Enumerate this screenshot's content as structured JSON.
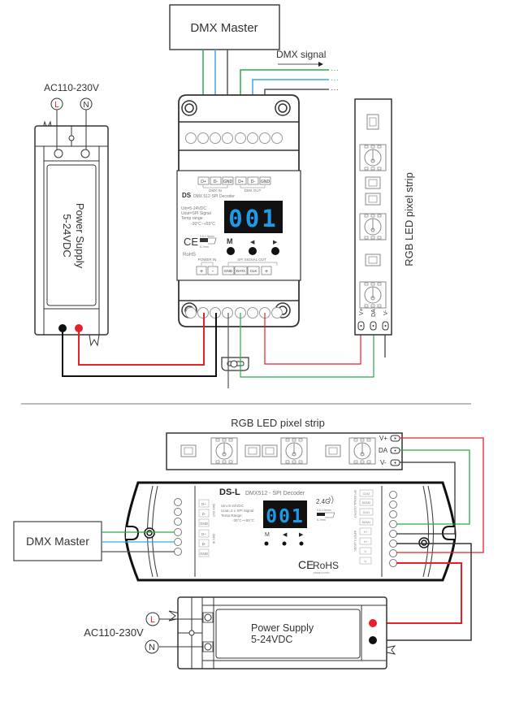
{
  "diagram_title": "DMX512-SPI Decoder wiring diagrams",
  "colors": {
    "red": "#e8202a",
    "green": "#2ea84a",
    "blue": "#3aa8e0",
    "dark": "#333333",
    "gray": "#999999",
    "display_bg": "#111111",
    "display_digits": "#1e9be8"
  },
  "top": {
    "dmx_master": "DMX Master",
    "dmx_signal": "DMX signal",
    "ac_label": "AC110-230V",
    "line_label": "L",
    "neutral_label": "N",
    "power_supply_line1": "Power Supply",
    "power_supply_line2": "5-24VDC",
    "strip_label": "RGB LED pixel strip",
    "strip_pins": [
      "V+",
      "DA",
      "V-"
    ],
    "decoder": {
      "model": "DS",
      "subtitle": "DMX 512-SPI Decoder",
      "dmx_terminals": [
        "D+",
        "D-",
        "GND",
        "D+",
        "D-",
        "GND"
      ],
      "dmx_in_label": "DMX IN",
      "dmx_out_label": "DMX OUT",
      "specs": [
        "Uin=5-24VDC",
        "Uout=SPI Signal",
        "Temp range:",
        "-30°C~+55°C"
      ],
      "display": "001",
      "buttons": [
        "M",
        "◀",
        "▶"
      ],
      "ce": "CE",
      "rohs": "RoHS",
      "wire_spec": [
        "0.5-2.5mm²",
        "6-7mm"
      ],
      "power_in_label": "POWER IN",
      "spi_out_label": "SPI SIGNAL OUT",
      "bottom_terminals": [
        "+",
        "-",
        "GND",
        "DATA",
        "CLK",
        "+"
      ]
    }
  },
  "bottom": {
    "strip_label": "RGB LED pixel strip",
    "strip_pins": [
      "V+",
      "DA",
      "V-"
    ],
    "dmx_master": "DMX Master",
    "ac_label": "AC110-230V",
    "line_label": "L",
    "neutral_label": "N",
    "power_supply_line1": "Power Supply",
    "power_supply_line2": "5-24VDC",
    "decoder": {
      "model": "DS-L",
      "subtitle": "DMX512 - SPI Decoder",
      "wireless": "2.4G",
      "dmx_left_terminals": [
        "D+",
        "D-",
        "GND",
        "D+",
        "D-",
        "GND"
      ],
      "dmx_out_label": "DMX OUT",
      "dmx_in_label": "DMX IN",
      "specs": [
        "Uin=5-24VDC",
        "Uout=2 x SPI Signal",
        "Temp Range:",
        "-30°C~+55°C"
      ],
      "display": "001",
      "buttons": [
        "M",
        "◀",
        "▶"
      ],
      "wire_spec": [
        "0.5-2.5mm²",
        "6-7mm"
      ],
      "spi_out_label": "SPI SIGNAL OUTPUT",
      "spi_terminals": [
        "CLK2",
        "DATA2",
        "CLK1",
        "DATA1"
      ],
      "input_label": "INPUT 5-24VDC",
      "input_terminals": [
        "V+",
        "V+",
        "V-",
        "V-"
      ],
      "ce": "CE",
      "rohs": "RoHS",
      "made_in": "MADE IN PRC"
    }
  }
}
